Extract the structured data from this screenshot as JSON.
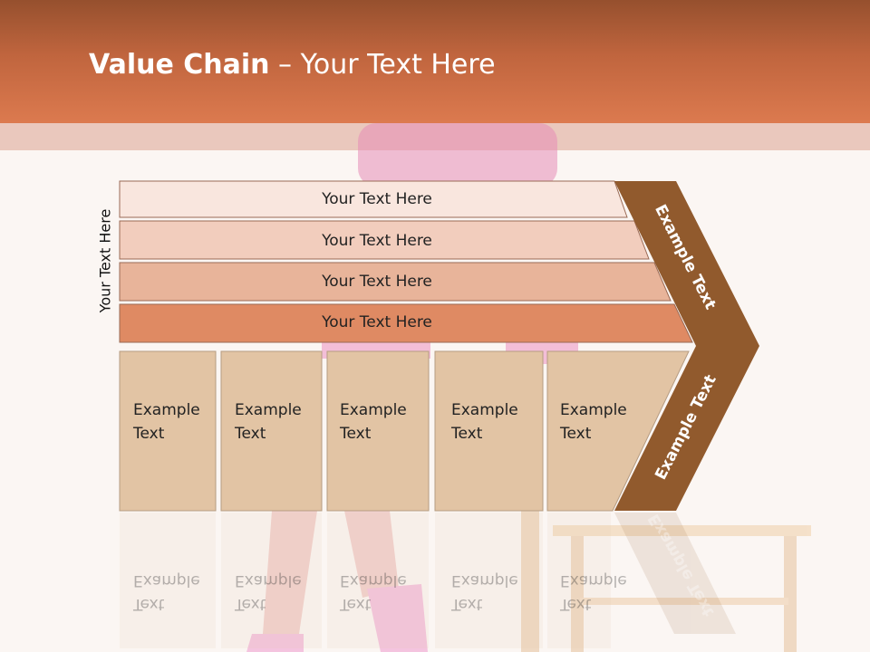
{
  "slide": {
    "title_bold": "Value Chain",
    "title_rest": " – Your Text Here",
    "side_label": "Your Text Here"
  },
  "rows": [
    {
      "label": "Your Text Here"
    },
    {
      "label": "Your Text Here"
    },
    {
      "label": "Your Text Here"
    },
    {
      "label": "Your Text Here"
    }
  ],
  "columns": [
    {
      "line1": "Example",
      "line2": "Text"
    },
    {
      "line1": "Example",
      "line2": "Text"
    },
    {
      "line1": "Example",
      "line2": "Text"
    },
    {
      "line1": "Example",
      "line2": "Text"
    },
    {
      "line1": "Example",
      "line2": "Text"
    }
  ],
  "chevron": {
    "upper_label": "Example Text",
    "lower_label": "Example Text"
  },
  "colors": {
    "header": "#dc7a4f",
    "row1": "#f9e6de",
    "row2": "#f2cdbd",
    "row3": "#e8b49a",
    "row4": "#df8a63",
    "cell": "#e2c4a4",
    "chevron": "#915a2d"
  }
}
